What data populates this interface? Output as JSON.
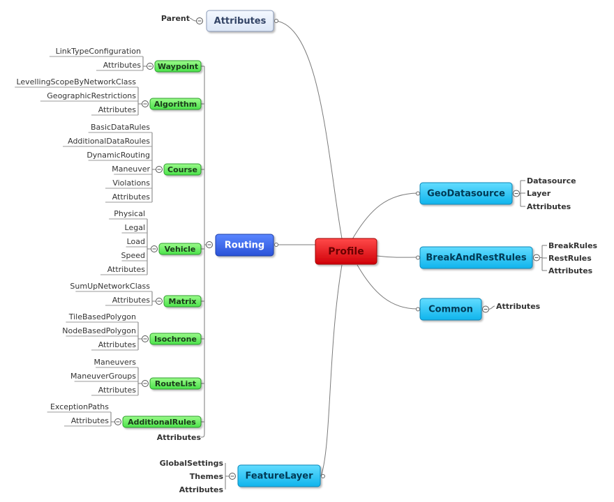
{
  "root": {
    "label": "Profile",
    "color": "#e8000a"
  },
  "attributes_node": {
    "label": "Attributes",
    "children": [
      "Parent"
    ]
  },
  "routing": {
    "label": "Routing",
    "color": "#3a66ee",
    "groups": [
      {
        "label": "Waypoint",
        "children": [
          "LinkTypeConfiguration",
          "Attributes"
        ]
      },
      {
        "label": "Algorithm",
        "children": [
          "LevellingScopeByNetworkClass",
          "GeographicRestrictions",
          "Attributes"
        ]
      },
      {
        "label": "Course",
        "children": [
          "BasicDataRules",
          "AdditionalDataRoules",
          "DynamicRouting",
          "Maneuver",
          "Violations",
          "Attributes"
        ]
      },
      {
        "label": "Vehicle",
        "children": [
          "Physical",
          "Legal",
          "Load",
          "Speed",
          "Attributes"
        ]
      },
      {
        "label": "Matrix",
        "children": [
          "SumUpNetworkClass",
          "Attributes"
        ]
      },
      {
        "label": "Isochrone",
        "children": [
          "TileBasedPolygon",
          "NodeBasedPolygon",
          "Attributes"
        ]
      },
      {
        "label": "RouteList",
        "children": [
          "Maneuvers",
          "ManeuverGroups",
          "Attributes"
        ]
      },
      {
        "label": "AdditionalRules",
        "children": [
          "ExceptionPaths",
          "Attributes"
        ]
      }
    ],
    "tail": "Attributes"
  },
  "feature_layer": {
    "label": "FeatureLayer",
    "children": [
      "GlobalSettings",
      "Themes",
      "Attributes"
    ]
  },
  "right_branches": [
    {
      "label": "GeoDatasource",
      "children": [
        "Datasource",
        "Layer",
        "Attributes"
      ]
    },
    {
      "label": "BreakAndRestRules",
      "children": [
        "BreakRules",
        "RestRules",
        "Attributes"
      ]
    },
    {
      "label": "Common",
      "children": [
        "Attributes"
      ]
    }
  ],
  "colors": {
    "leaf_green": "#66ee66",
    "cyan": "#22c4f4",
    "pale_blue": "#e4ecfa"
  }
}
